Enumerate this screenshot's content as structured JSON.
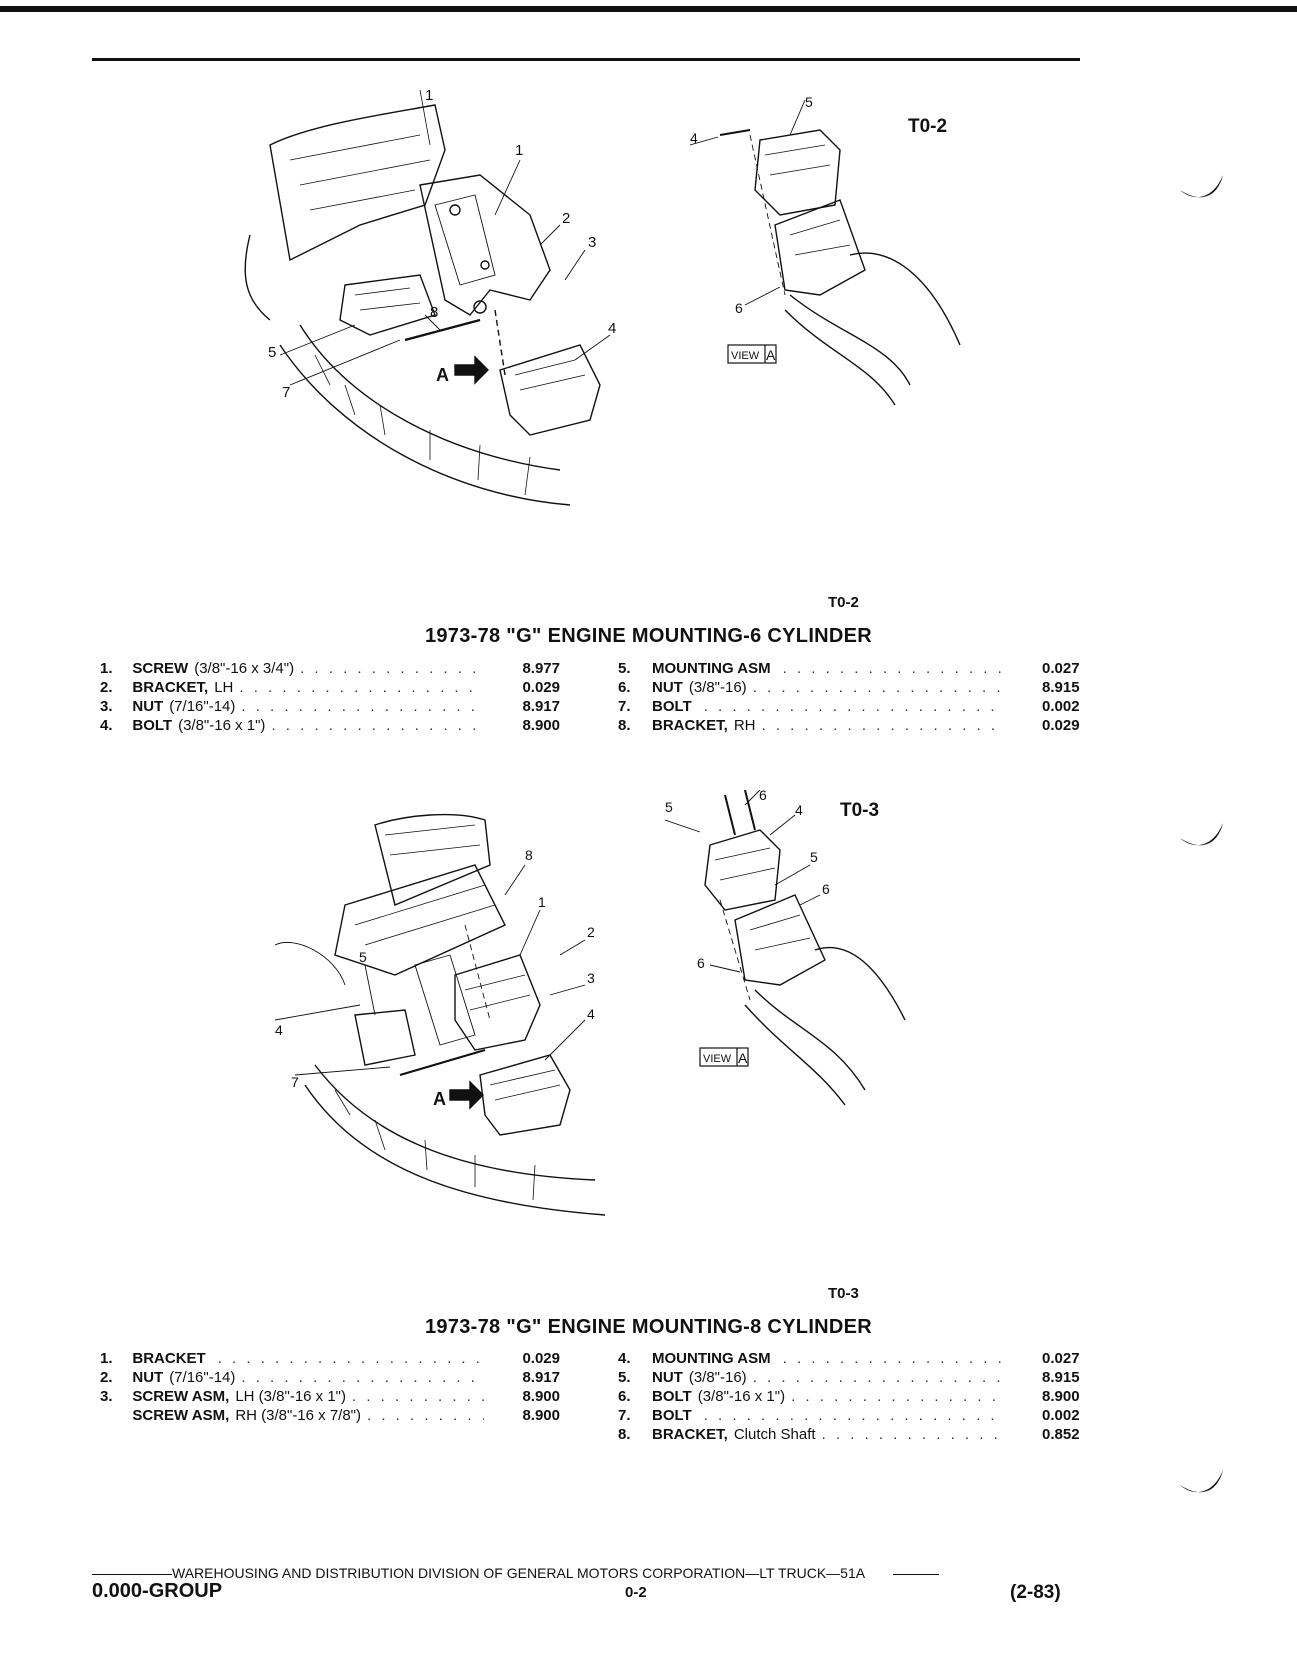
{
  "figures": [
    {
      "main_label": "A",
      "code": "T0-2",
      "view_label": "VIEW",
      "view_letter": "A",
      "callouts_main": [
        "1",
        "1",
        "2",
        "3",
        "4",
        "5",
        "7",
        "8"
      ],
      "callouts_view": [
        "4",
        "5",
        "6"
      ]
    },
    {
      "main_label": "A",
      "code": "T0-3",
      "view_label": "VIEW",
      "view_letter": "A",
      "callouts_main": [
        "1",
        "2",
        "3",
        "4",
        "4",
        "5",
        "7",
        "8"
      ],
      "callouts_view": [
        "4",
        "5",
        "5",
        "6",
        "6",
        "6"
      ]
    }
  ],
  "sections": [
    {
      "caption": "T0-2",
      "title": "1973-78 \"G\" ENGINE MOUNTING-6 CYLINDER",
      "left": [
        {
          "num": "1.",
          "name": "SCREW",
          "spec": "(3/8\"-16 x 3/4\")",
          "value": "8.977"
        },
        {
          "num": "2.",
          "name": "BRACKET,",
          "spec": "LH",
          "value": "0.029"
        },
        {
          "num": "3.",
          "name": "NUT",
          "spec": "(7/16\"-14)",
          "value": "8.917"
        },
        {
          "num": "4.",
          "name": "BOLT",
          "spec": "(3/8\"-16 x 1\")",
          "value": "8.900"
        }
      ],
      "right": [
        {
          "num": "5.",
          "name": "MOUNTING ASM",
          "spec": "",
          "value": "0.027"
        },
        {
          "num": "6.",
          "name": "NUT",
          "spec": "(3/8\"-16)",
          "value": "8.915"
        },
        {
          "num": "7.",
          "name": "BOLT",
          "spec": "",
          "value": "0.002"
        },
        {
          "num": "8.",
          "name": "BRACKET,",
          "spec": "RH",
          "value": "0.029"
        }
      ]
    },
    {
      "caption": "T0-3",
      "title": "1973-78 \"G\" ENGINE MOUNTING-8 CYLINDER",
      "left": [
        {
          "num": "1.",
          "name": "BRACKET",
          "spec": "",
          "value": "0.029"
        },
        {
          "num": "2.",
          "name": "NUT",
          "spec": "(7/16\"-14)",
          "value": "8.917"
        },
        {
          "num": "3.",
          "name": "SCREW ASM,",
          "spec": "LH (3/8\"-16 x 1\")",
          "value": "8.900"
        },
        {
          "num": "",
          "name": "SCREW ASM,",
          "spec": "RH (3/8\"-16 x 7/8\")",
          "value": "8.900"
        }
      ],
      "right": [
        {
          "num": "4.",
          "name": "MOUNTING ASM",
          "spec": "",
          "value": "0.027"
        },
        {
          "num": "5.",
          "name": "NUT",
          "spec": "(3/8\"-16)",
          "value": "8.915"
        },
        {
          "num": "6.",
          "name": "BOLT",
          "spec": "(3/8\"-16 x 1\")",
          "value": "8.900"
        },
        {
          "num": "7.",
          "name": "BOLT",
          "spec": "",
          "value": "0.002"
        },
        {
          "num": "8.",
          "name": "BRACKET,",
          "spec": "Clutch Shaft",
          "value": "0.852"
        }
      ]
    }
  ],
  "footer": {
    "division": "WAREHOUSING AND DISTRIBUTION  DIVISION OF GENERAL MOTORS CORPORATION—LT TRUCK—51A",
    "group": "0.000-GROUP",
    "page": "0-2",
    "date": "(2-83)"
  }
}
